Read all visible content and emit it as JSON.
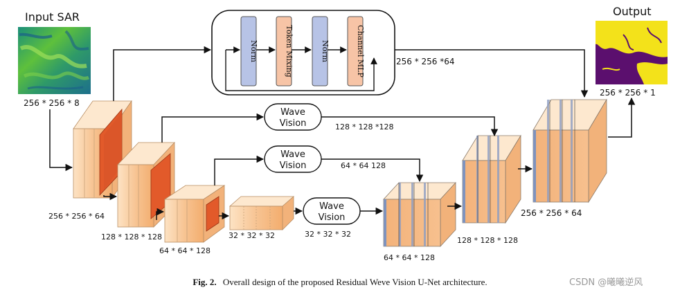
{
  "input": {
    "title": "Input SAR",
    "shape": "256 * 256 * 8"
  },
  "output": {
    "title": "Output",
    "shape": "256 * 256 * 1"
  },
  "mlp_block": {
    "blocks": [
      "Norm",
      "Token Mixing",
      "Norm",
      "Channel MLP"
    ],
    "colors": [
      "#b7c3e6",
      "#f7c4a6",
      "#b7c3e6",
      "#f7c4a6"
    ],
    "skip_label": "256 * 256 *64"
  },
  "wave_vision": {
    "label_line1": "Wave",
    "label_line2": "Vision"
  },
  "encoder": {
    "labels": [
      "256 * 256 * 64",
      "128 * 128 * 128",
      "64 * 64 * 128",
      "32 * 32 * 32"
    ]
  },
  "skips": {
    "level2": "128 * 128 *128",
    "level3": "64 * 64 128",
    "bottleneck": "32 * 32 * 32"
  },
  "decoder": {
    "labels": [
      "64 * 64 * 128",
      "128 * 128 * 128",
      "256 * 256 * 64"
    ]
  },
  "caption": {
    "prefix": "Fig. 2.",
    "text": "Overall design of the proposed Residual Weve Vision U-Net architecture."
  },
  "watermark": "CSDN @曦曦逆风",
  "colors": {
    "block_front": "#f5b77c",
    "block_light": "#fde3c4",
    "accent": "#e0572a",
    "decoder_blue": "#7f93bd"
  }
}
